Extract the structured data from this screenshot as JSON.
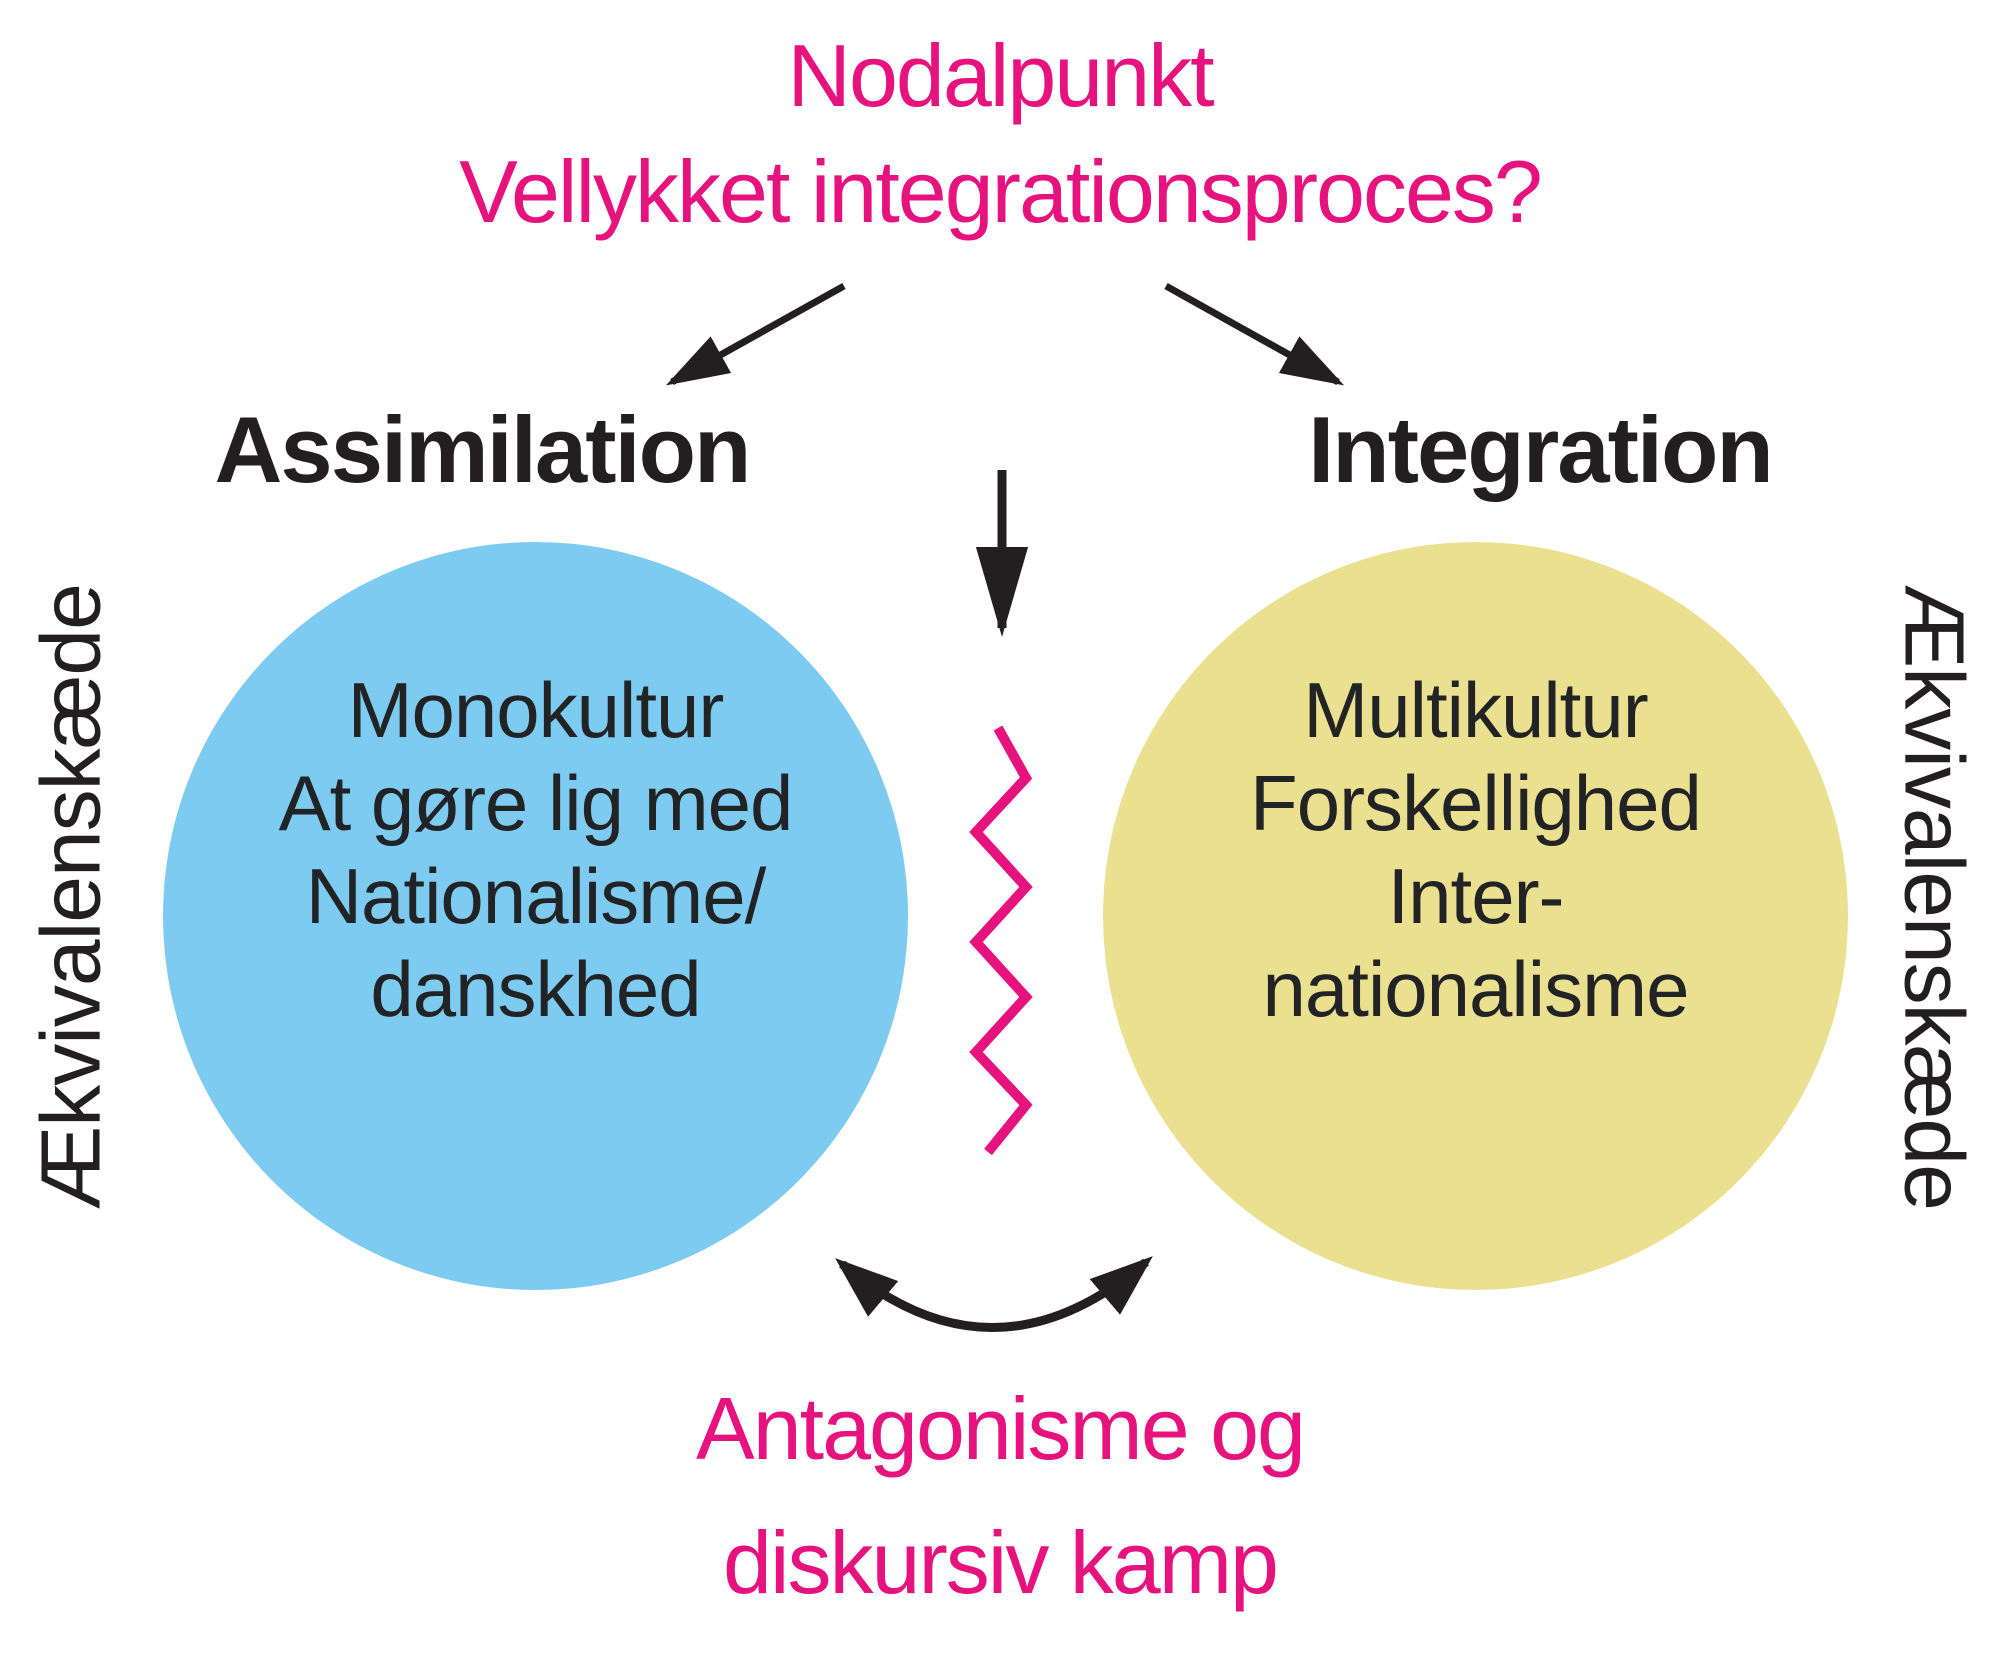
{
  "colors": {
    "pink": "#e6137e",
    "blue_circle": "#7dcbf1",
    "yellow_circle": "#ebe08f",
    "ink": "#231f20",
    "bg": "#ffffff"
  },
  "nodal_point": {
    "line1": "Nodalpunkt",
    "line2": "Vellykket integrationsproces?"
  },
  "left_branch": {
    "heading": "Assimilation",
    "circle_lines": [
      "Monokultur",
      "At gøre lig med",
      "Nationalisme/",
      "danskhed"
    ],
    "side_label": "Ækvivalenskæde"
  },
  "right_branch": {
    "heading": "Integration",
    "circle_lines": [
      "Multikultur",
      "Forskellighed",
      "Inter-",
      "nationalisme"
    ],
    "side_label": "Ækvivalenskæde"
  },
  "bottom": {
    "line1": "Antagonisme og",
    "line2": "diskursiv kamp"
  }
}
